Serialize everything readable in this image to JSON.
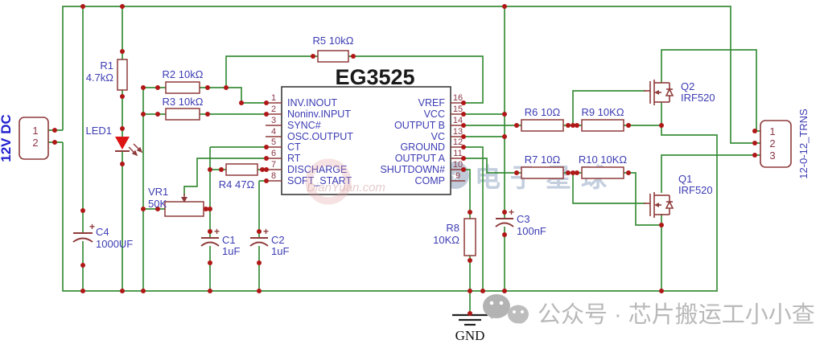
{
  "title": "EG3525",
  "colors": {
    "wire": "#3a8e3a",
    "component": "#8f3a3a",
    "junction_dot": "#b01818",
    "label": "#3c3cb4",
    "pin_number": "#8b3545",
    "ic_border": "#3a3a3a",
    "led": "#dd1414",
    "input_label": "#1f1fd0",
    "watermark_gray": "#b9b9b9"
  },
  "power_input": {
    "label": "12V DC",
    "pins": [
      "1",
      "2"
    ]
  },
  "output_connector": {
    "label": "12-0-12_TRNS",
    "pins": [
      "1",
      "2",
      "3"
    ]
  },
  "ic": {
    "name": "EG3525",
    "left_pins": [
      {
        "num": "1",
        "name": "INV.INOUT"
      },
      {
        "num": "2",
        "name": "Noninv.INPUT"
      },
      {
        "num": "3",
        "name": "SYNC#"
      },
      {
        "num": "4",
        "name": "OSC.OUTPUT"
      },
      {
        "num": "5",
        "name": "CT"
      },
      {
        "num": "6",
        "name": "RT"
      },
      {
        "num": "7",
        "name": "DISCHARGE"
      },
      {
        "num": "8",
        "name": "SOFT_START"
      }
    ],
    "right_pins": [
      {
        "num": "16",
        "name": "VREF"
      },
      {
        "num": "15",
        "name": "VCC"
      },
      {
        "num": "14",
        "name": "OUTPUT B"
      },
      {
        "num": "13",
        "name": "VC"
      },
      {
        "num": "12",
        "name": "GROUND"
      },
      {
        "num": "11",
        "name": "OUTPUT A"
      },
      {
        "num": "10",
        "name": "SHUTDOWN#"
      },
      {
        "num": "9",
        "name": "COMP"
      }
    ]
  },
  "components": {
    "r1": {
      "ref": "R1",
      "value": "4.7kΩ"
    },
    "led1": {
      "ref": "LED1"
    },
    "c4": {
      "ref": "C4",
      "value": "1000UF"
    },
    "r2": {
      "label": "R2 10kΩ"
    },
    "r3": {
      "label": "R3 10kΩ"
    },
    "r5": {
      "label": "R5 10kΩ"
    },
    "vr1": {
      "ref": "VR1",
      "value": "50K"
    },
    "r4": {
      "label": "R4 47Ω"
    },
    "c1": {
      "ref": "C1",
      "value": "1uF"
    },
    "c2": {
      "ref": "C2",
      "value": "1uF"
    },
    "r8": {
      "ref": "R8",
      "value": "10KΩ"
    },
    "c3": {
      "ref": "C3",
      "value": "100nF"
    },
    "r6": {
      "label": "R6 10Ω"
    },
    "r9": {
      "label": "R9 10KΩ"
    },
    "r7": {
      "label": "R7 10Ω"
    },
    "r10": {
      "label": "R10 10KΩ"
    },
    "q2": {
      "ref": "Q2",
      "value": "IRF520"
    },
    "q1": {
      "ref": "Q1",
      "value": "IRF520"
    },
    "gnd": {
      "label": "GND"
    },
    "plus": "+"
  },
  "watermarks": {
    "ic": "DianYuan.com",
    "center": "电子星球",
    "center_star": "★",
    "bottom": "公众号 · 芯片搬运工小小查"
  }
}
